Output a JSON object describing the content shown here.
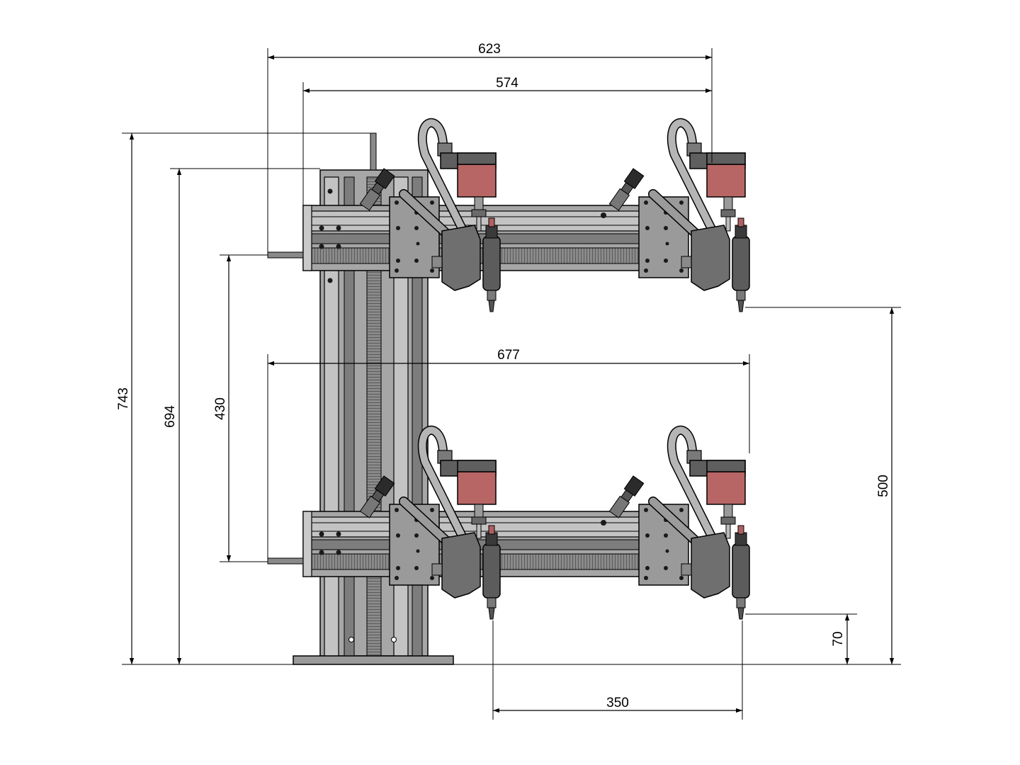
{
  "dimensions": {
    "d623": "623",
    "d574": "574",
    "d677": "677",
    "d743": "743",
    "d694": "694",
    "d430": "430",
    "d500": "500",
    "d70": "70",
    "d350": "350"
  }
}
